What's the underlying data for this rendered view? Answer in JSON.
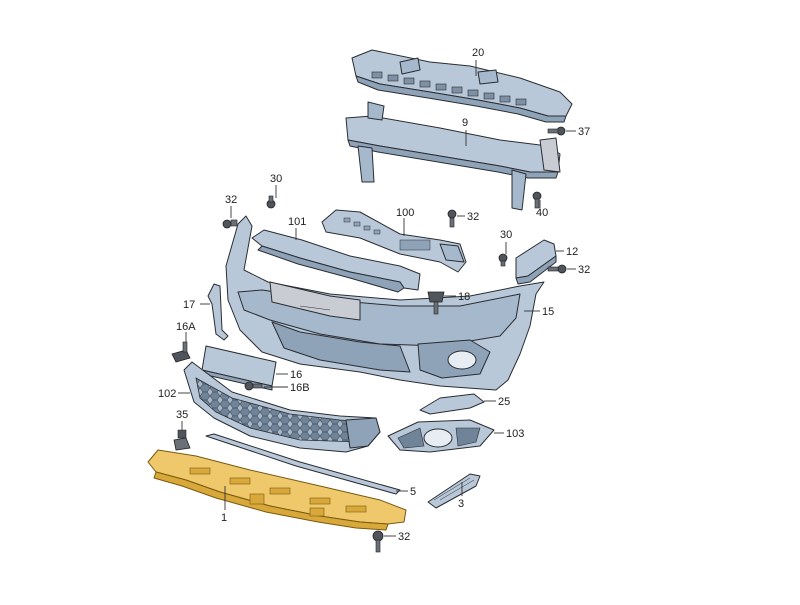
{
  "diagram": {
    "highlight_color": "#eec86b",
    "part_color": "#b9c8d8",
    "labels": {
      "l20": "20",
      "l9": "9",
      "l37": "37",
      "l40": "40",
      "l30a": "30",
      "l32a": "32",
      "l101": "101",
      "l100": "100",
      "l32b": "32",
      "l30b": "30",
      "l12": "12",
      "l32c": "32",
      "l18": "18",
      "l17": "17",
      "l15": "15",
      "l16A": "16A",
      "l16": "16",
      "l16B": "16B",
      "l102": "102",
      "l25": "25",
      "l35": "35",
      "l103": "103",
      "l5": "5",
      "l3": "3",
      "l1": "1",
      "l32d": "32"
    }
  }
}
